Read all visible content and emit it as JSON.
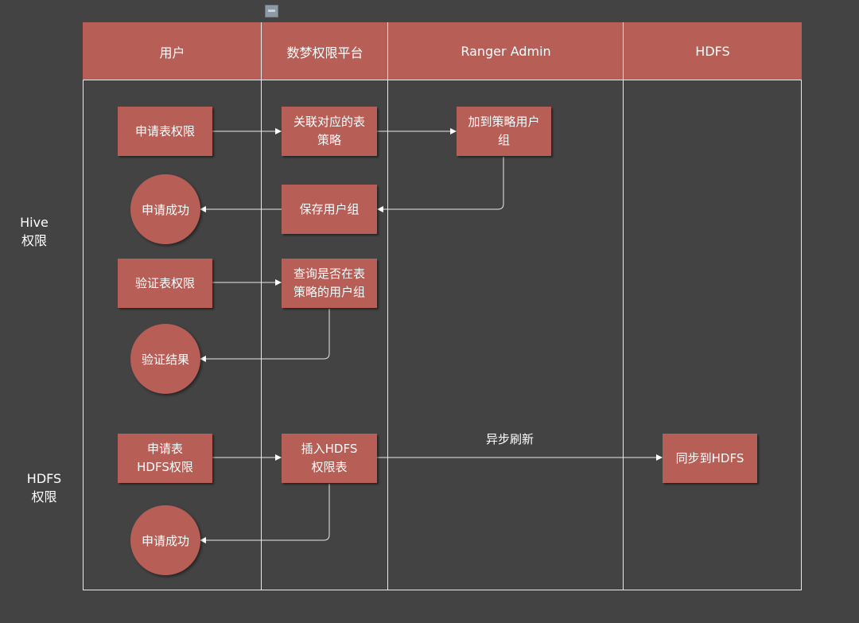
{
  "lanes": {
    "user": "用户",
    "platform": "数梦权限平台",
    "ranger": "Ranger Admin",
    "hdfs": "HDFS"
  },
  "rows": {
    "hive": "Hive\n权限",
    "hdfs": "HDFS\n权限"
  },
  "nodes": {
    "apply_table": "申请表权限",
    "link_policy": "关联对应的表\n策略",
    "add_policy_group": "加到策略用户\n组",
    "save_group": "保存用户组",
    "apply_success_1": "申请成功",
    "verify_table": "验证表权限",
    "query_group": "查询是否在表\n策略的用户组",
    "verify_result": "验证结果",
    "apply_hdfs": "申请表\nHDFS权限",
    "insert_hdfs": "插入HDFS\n权限表",
    "sync_hdfs": "同步到HDFS",
    "apply_success_2": "申请成功"
  },
  "edge_labels": {
    "async_refresh": "异步刷新"
  },
  "colors": {
    "background": "#434343",
    "node_fill": "#b75e57",
    "line": "#e9e9e9"
  }
}
